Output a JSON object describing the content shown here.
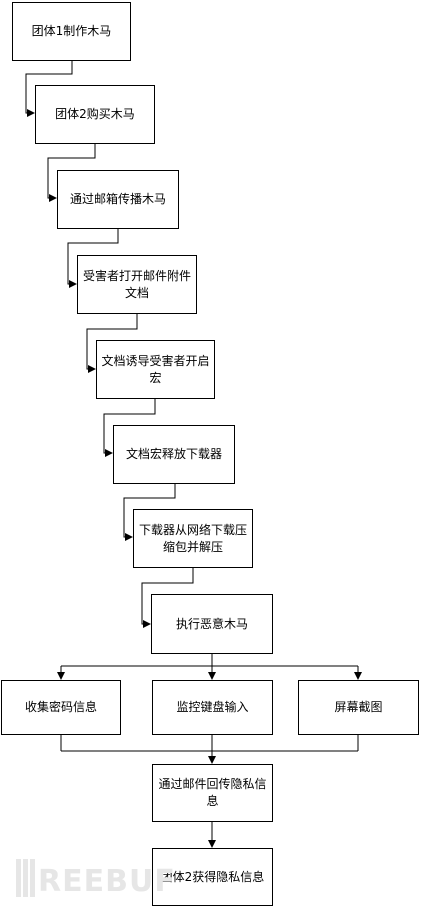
{
  "flowchart": {
    "steps": [
      {
        "id": "s1",
        "label": "团体1制作木马"
      },
      {
        "id": "s2",
        "label": "团体2购买木马"
      },
      {
        "id": "s3",
        "label": "通过邮箱传播木马"
      },
      {
        "id": "s4",
        "label": "受害者打开邮件附件文档"
      },
      {
        "id": "s5",
        "label": "文档诱导受害者开启宏"
      },
      {
        "id": "s6",
        "label": "文档宏释放下载器"
      },
      {
        "id": "s7",
        "label": "下载器从网络下载压缩包并解压"
      },
      {
        "id": "s8",
        "label": "执行恶意木马"
      },
      {
        "id": "s9",
        "label": "收集密码信息"
      },
      {
        "id": "s10",
        "label": "监控键盘输入"
      },
      {
        "id": "s11",
        "label": "屏幕截图"
      },
      {
        "id": "s12",
        "label": "通过邮件回传隐私信息"
      },
      {
        "id": "s13",
        "label": "团体2获得隐私信息"
      }
    ],
    "edges": [
      [
        "s1",
        "s2"
      ],
      [
        "s2",
        "s3"
      ],
      [
        "s3",
        "s4"
      ],
      [
        "s4",
        "s5"
      ],
      [
        "s5",
        "s6"
      ],
      [
        "s6",
        "s7"
      ],
      [
        "s7",
        "s8"
      ],
      [
        "s8",
        "s9"
      ],
      [
        "s8",
        "s10"
      ],
      [
        "s8",
        "s11"
      ],
      [
        "s9",
        "s12"
      ],
      [
        "s10",
        "s12"
      ],
      [
        "s11",
        "s12"
      ],
      [
        "s12",
        "s13"
      ]
    ]
  },
  "watermark": {
    "text": "REEBUF",
    "logo": "freebuf-logo"
  },
  "colors": {
    "line": "#000000",
    "box_border": "#000000",
    "watermark": "#e6e6e6"
  }
}
